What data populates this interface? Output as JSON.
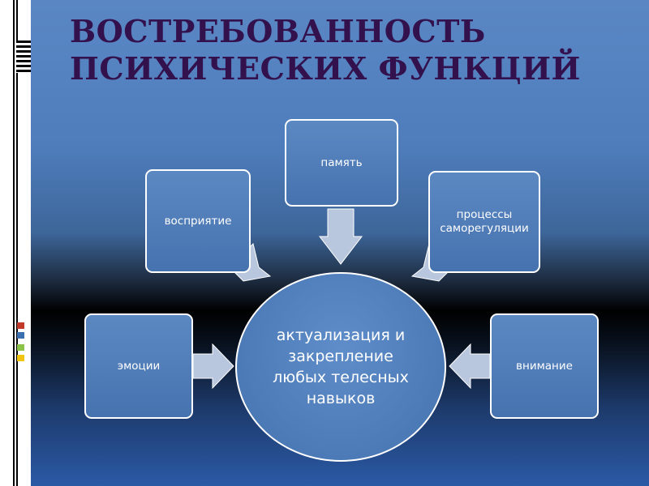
{
  "slide": {
    "title_line1": "ВОСТРЕБОВАННОСТЬ",
    "title_line2": "ПСИХИЧЕСКИХ ФУНКЦИЙ"
  },
  "diagram": {
    "center": "актуализация и закрепление любых телесных навыков",
    "nodes": {
      "perception": "восприятие",
      "memory": "память",
      "self_regulation": "процессы саморегуляции",
      "emotions": "эмоции",
      "attention": "внимание"
    }
  },
  "colors": {
    "title": "#33114d",
    "node_fill": "#5079b5",
    "node_border": "#ffffff",
    "arrow_fill": "#b9c7de"
  }
}
